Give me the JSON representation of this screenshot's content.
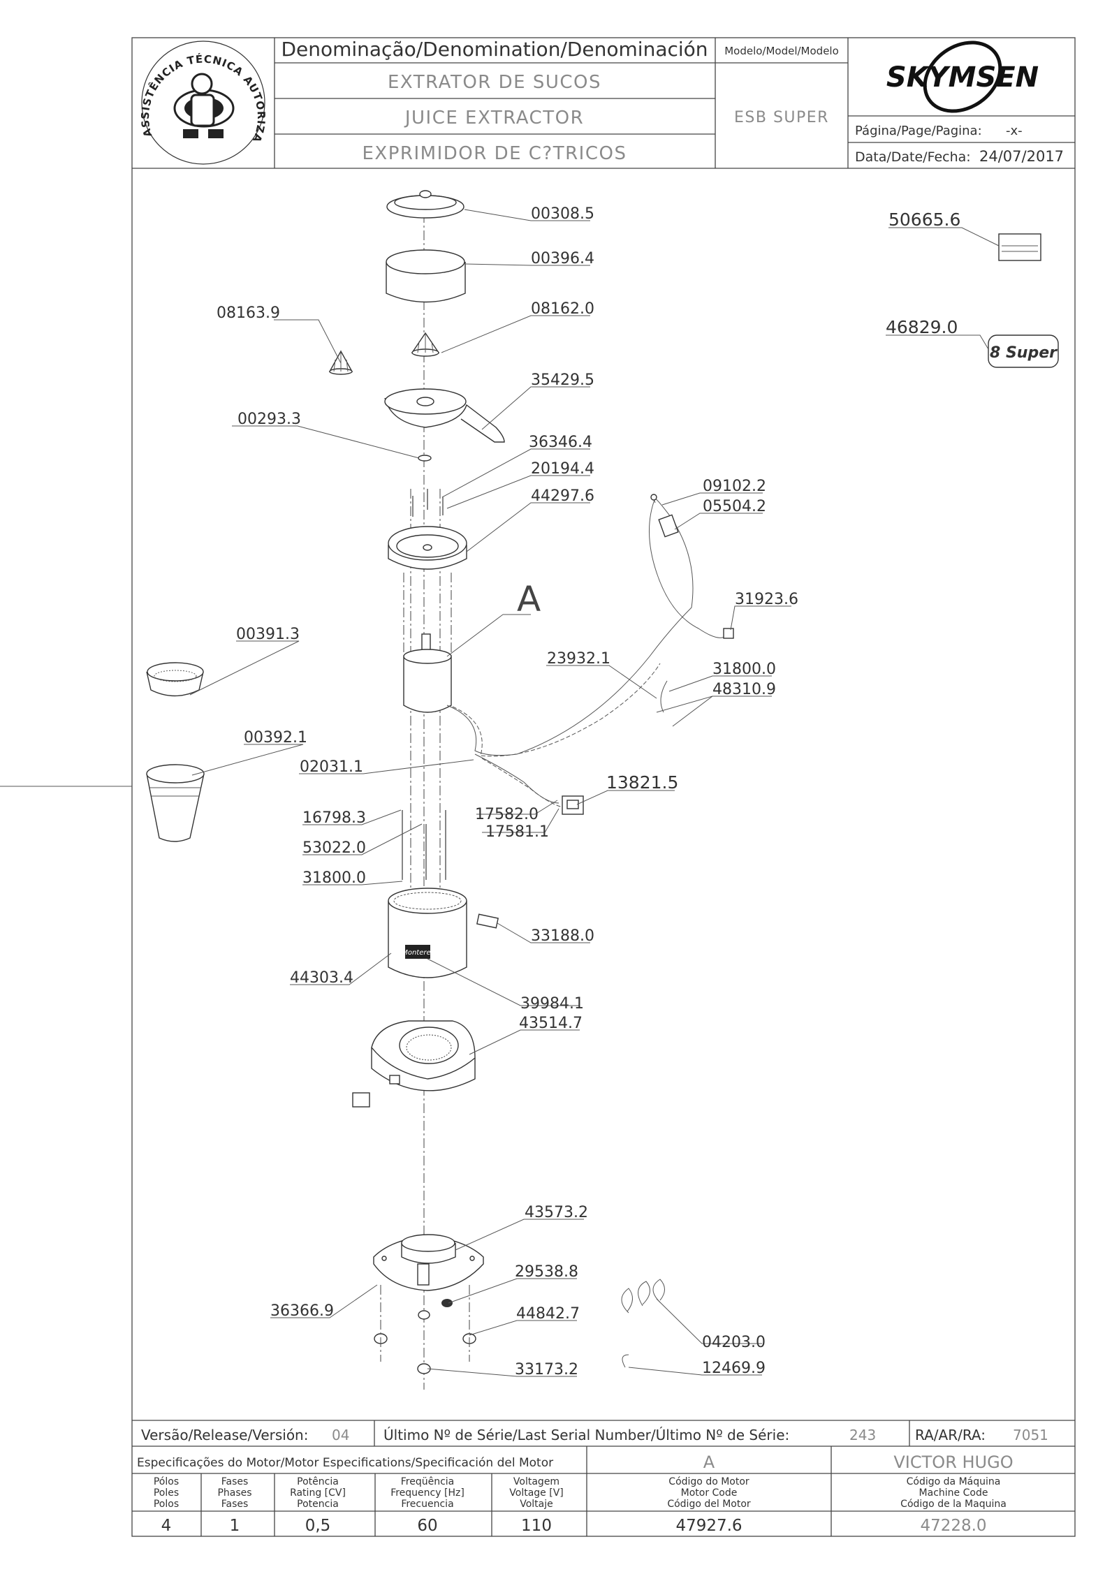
{
  "header": {
    "denomination_label": "Denominação/Denomination/Denominación",
    "model_label": "Modelo/Model/Modelo",
    "name_pt": "EXTRATOR DE SUCOS",
    "name_en": "JUICE EXTRACTOR",
    "name_es": "EXPRIMIDOR DE C?TRICOS",
    "model_value": "ESB SUPER",
    "brand": "SKYMSEN",
    "page_label": "Página/Page/Pagina:",
    "page_value": "-x-",
    "date_label": "Data/Date/Fecha:",
    "date_value": "24/07/2017",
    "stamp_text": "ASSISTÊNCIA TÉCNICA AUTORIZADA"
  },
  "parts": [
    {
      "id": "p-00308-5",
      "code": "00308.5"
    },
    {
      "id": "p-00396-4",
      "code": "00396.4"
    },
    {
      "id": "p-08163-9",
      "code": "08163.9"
    },
    {
      "id": "p-08162-0",
      "code": "08162.0"
    },
    {
      "id": "p-35429-5",
      "code": "35429.5"
    },
    {
      "id": "p-00293-3",
      "code": "00293.3"
    },
    {
      "id": "p-36346-4",
      "code": "36346.4"
    },
    {
      "id": "p-20194-4",
      "code": "20194.4"
    },
    {
      "id": "p-44297-6",
      "code": "44297.6"
    },
    {
      "id": "p-09102-2",
      "code": "09102.2"
    },
    {
      "id": "p-05504-2",
      "code": "05504.2"
    },
    {
      "id": "p-31923-6",
      "code": "31923.6"
    },
    {
      "id": "p-23932-1",
      "code": "23932.1"
    },
    {
      "id": "p-31800-0a",
      "code": "31800.0"
    },
    {
      "id": "p-48310-9",
      "code": "48310.9"
    },
    {
      "id": "p-00391-3",
      "code": "00391.3"
    },
    {
      "id": "p-00392-1",
      "code": "00392.1"
    },
    {
      "id": "p-02031-1",
      "code": "02031.1"
    },
    {
      "id": "p-13821-5",
      "code": "13821.5"
    },
    {
      "id": "p-17582-0",
      "code": "17582.0"
    },
    {
      "id": "p-17581-1",
      "code": "17581.1"
    },
    {
      "id": "p-16798-3",
      "code": "16798.3"
    },
    {
      "id": "p-53022-0",
      "code": "53022.0"
    },
    {
      "id": "p-31800-0b",
      "code": "31800.0"
    },
    {
      "id": "p-33188-0",
      "code": "33188.0"
    },
    {
      "id": "p-44303-4",
      "code": "44303.4"
    },
    {
      "id": "p-39984-1",
      "code": "39984.1"
    },
    {
      "id": "p-43514-7",
      "code": "43514.7"
    },
    {
      "id": "p-43573-2",
      "code": "43573.2"
    },
    {
      "id": "p-29538-8",
      "code": "29538.8"
    },
    {
      "id": "p-36366-9",
      "code": "36366.9"
    },
    {
      "id": "p-44842-7",
      "code": "44842.7"
    },
    {
      "id": "p-04203-0",
      "code": "04203.0"
    },
    {
      "id": "p-33173-2",
      "code": "33173.2"
    },
    {
      "id": "p-12469-9",
      "code": "12469.9"
    },
    {
      "id": "p-50665-6",
      "code": "50665.6"
    },
    {
      "id": "p-46829-0",
      "code": "46829.0"
    }
  ],
  "detail_label": "A",
  "brand_plate_text": "Monterer",
  "footer": {
    "version_label": "Versão/Release/Versión:",
    "version_value": "04",
    "serial_label": "Último Nº de Série/Last Serial Number/Último Nº de Série:",
    "serial_value": "243",
    "ra_label": "RA/AR/RA:",
    "ra_value": "7051",
    "motor_spec_label": "Especificações do Motor/Motor Especifications/Specificación del Motor",
    "motor_ref": "A",
    "technician": "VICTOR HUGO",
    "col_poles": [
      "Pólos",
      "Poles",
      "Polos"
    ],
    "col_phases": [
      "Fases",
      "Phases",
      "Fases"
    ],
    "col_power": [
      "Potência",
      "Rating [CV]",
      "Potencia"
    ],
    "col_freq": [
      "Freqüência",
      "Frequency [Hz]",
      "Frecuencia"
    ],
    "col_voltage": [
      "Voltagem",
      "Voltage [V]",
      "Voltaje"
    ],
    "col_motor_code": [
      "Código do Motor",
      "Motor Code",
      "Código del Motor"
    ],
    "col_machine_code": [
      "Código da Máquina",
      "Machine Code",
      "Código de la Maquina"
    ],
    "poles": "4",
    "phases": "1",
    "power": "0,5",
    "frequency": "60",
    "voltage": "110",
    "motor_code": "47927.6",
    "machine_code": "47228.0"
  }
}
